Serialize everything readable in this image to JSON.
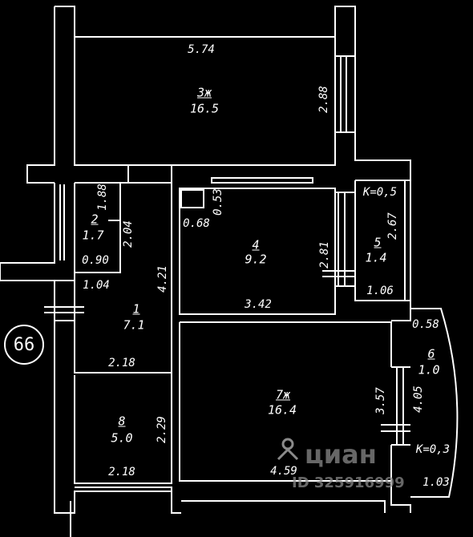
{
  "plan": {
    "rooms": [
      {
        "number": "3ж",
        "area": "16.5"
      },
      {
        "number": "2",
        "area": "1.7"
      },
      {
        "number": "4",
        "area": "9.2"
      },
      {
        "number": "5",
        "area": "1.4"
      },
      {
        "number": "1",
        "area": "7.1"
      },
      {
        "number": "6",
        "area": "1.0"
      },
      {
        "number": "7ж",
        "area": "16.4"
      },
      {
        "number": "8",
        "area": "5.0"
      }
    ],
    "dimensions": {
      "top_width": "5.74",
      "top_height": "2.88",
      "bath_height_a": "1.88",
      "bath_height_b": "2.04",
      "bath_width": "0.90",
      "hall_width_top": "1.04",
      "hall_height": "4.21",
      "hall_width_bottom": "2.18",
      "shaft_width": "0.68",
      "shaft_height": "0.53",
      "room4_height": "2.81",
      "room4_width": "3.42",
      "balcony5_height": "2.67",
      "balcony5_width": "1.06",
      "balcony6_top": "0.58",
      "balcony6_height": "4.05",
      "balcony6_width": "1.03",
      "room7_height": "3.57",
      "room7_width": "4.59",
      "room8_height": "2.29",
      "room8_width": "2.18"
    },
    "coefficients": {
      "balcony5": "K=0,5",
      "balcony6": "K=0,3"
    },
    "apartment_number": "66"
  },
  "watermark": {
    "brand": "циан",
    "id": "ID 325916999"
  }
}
